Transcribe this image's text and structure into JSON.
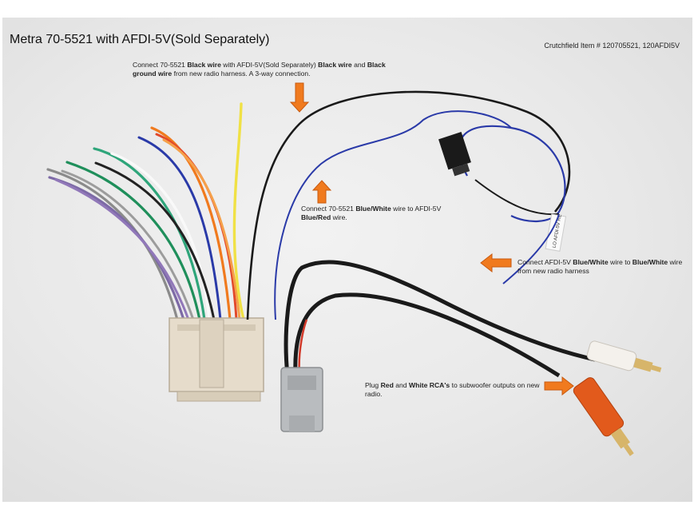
{
  "title": "Metra 70-5521 with AFDI-5V(Sold Separately)",
  "item_number": "Crutchfield Item # 120705521, 120AFDI5V",
  "notes": {
    "black_ground": {
      "t1": "Connect 70-5521 ",
      "b1": "Black wire",
      "t2": " with AFDI-5V(Sold Separately) ",
      "b2": "Black wire",
      "t3": " and ",
      "b3": "Black ground wire",
      "t4": " from new radio harness. A 3-way connection."
    },
    "blue_white_red": {
      "t1": "Connect 70-5521 ",
      "b1": "Blue/White",
      "t2": " wire to AFDI-5V ",
      "b2": "Blue/Red",
      "t3": " wire."
    },
    "afdi_blue_white": {
      "t1": "Connect AFDI-5V ",
      "b1": "Blue/White",
      "t2": " wire to ",
      "b2": "Blue/White",
      "t3": " wire from new radio harness"
    },
    "rca": {
      "t1": "Plug ",
      "b1": "Red",
      "t2": " and ",
      "b2": "White RCA's",
      "t3": " to subwoofer outputs on new radio."
    }
  },
  "module_label": "LO AFDI-5V RE",
  "colors": {
    "arrow": "#f07a1e",
    "arrow_stroke": "#c85a10",
    "connector": "#e6dccb",
    "connector_gray": "#b9bcbf",
    "wire_black": "#1a1a1a",
    "wire_blue": "#2a3aa8",
    "rca_red": "#e25a1c",
    "rca_white": "#f4f1ec"
  }
}
